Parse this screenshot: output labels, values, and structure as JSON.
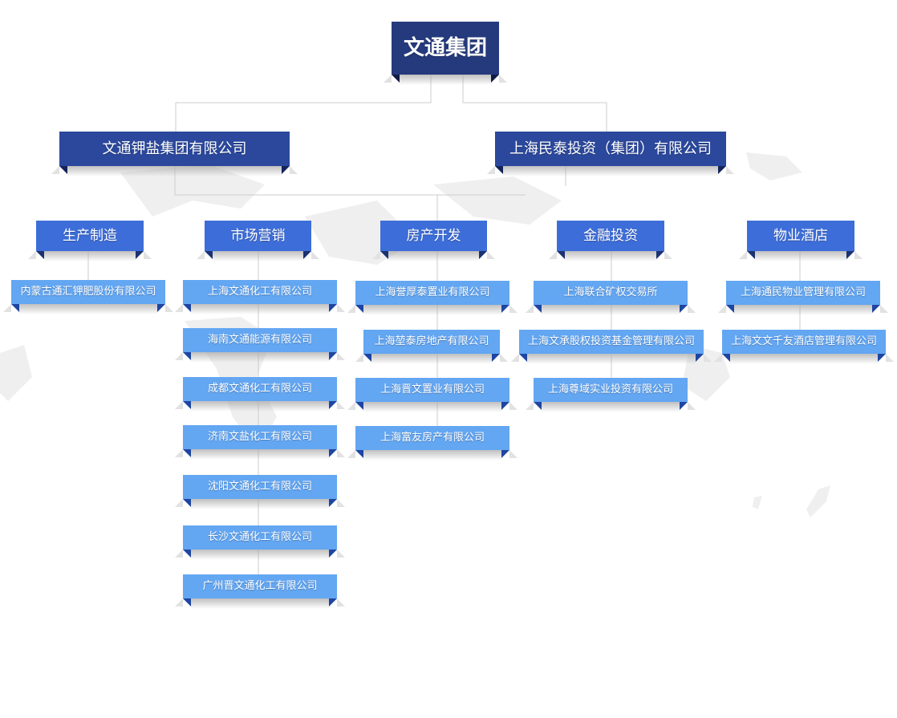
{
  "theme": {
    "root_color": "#243a7c",
    "group_color": "#2b489d",
    "division_color": "#3d6dd8",
    "company_color": "#63a6f2",
    "connector_color": "#cccccc"
  },
  "org": {
    "root": "文通集团",
    "groups": [
      "文通钾盐集团有限公司",
      "上海民泰投资（集团）有限公司"
    ],
    "divisions": [
      {
        "label": "生产制造",
        "companies": [
          "内蒙古通汇钾肥股份有限公司"
        ]
      },
      {
        "label": "市场营销",
        "companies": [
          "上海文通化工有限公司",
          "海南文通能源有限公司",
          "成都文通化工有限公司",
          "济南文盐化工有限公司",
          "沈阳文通化工有限公司",
          "长沙文通化工有限公司",
          "广州晋文通化工有限公司"
        ]
      },
      {
        "label": "房产开发",
        "companies": [
          "上海誉厚泰置业有限公司",
          "上海堃泰房地产有限公司",
          "上海晋文置业有限公司",
          "上海富友房产有限公司"
        ]
      },
      {
        "label": "金融投资",
        "companies": [
          "上海联合矿权交易所",
          "上海文承股权投资基金管理有限公司",
          "上海尊域实业投资有限公司"
        ]
      },
      {
        "label": "物业酒店",
        "companies": [
          "上海通民物业管理有限公司",
          "上海文文千友酒店管理有限公司"
        ]
      }
    ]
  }
}
